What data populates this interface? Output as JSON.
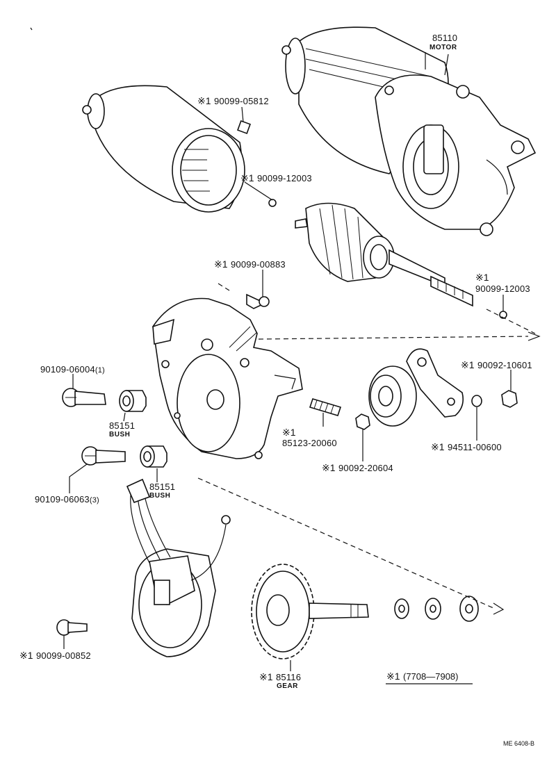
{
  "marker": "※1",
  "labels": {
    "motor": {
      "part_no": "85110",
      "name": "MOTOR"
    },
    "clip": {
      "part_no": "90099-05812"
    },
    "ball_upper": {
      "part_no": "90099-12003"
    },
    "screw_top": {
      "part_no": "90099-00883"
    },
    "ball_right": {
      "part_no": "90099-12003"
    },
    "nut_right": {
      "part_no": "90092-10601"
    },
    "screw_1": {
      "part_no": "90109-06004",
      "qty": "(1)"
    },
    "bush_1": {
      "part_no": "85151",
      "name": "BUSH"
    },
    "screw_3": {
      "part_no": "90109-06063",
      "qty": "(3)"
    },
    "bush_2": {
      "part_no": "85151",
      "name": "BUSH"
    },
    "spring": {
      "part_no": "85123-20060"
    },
    "washer_lock": {
      "part_no": "94511-00600"
    },
    "nut_small": {
      "part_no": "90092-20604"
    },
    "screw_bottom": {
      "part_no": "90099-00852"
    },
    "gear": {
      "part_no": "85116",
      "name": "GEAR"
    }
  },
  "note": "(7708—7908)",
  "code": "ME  6408-B"
}
